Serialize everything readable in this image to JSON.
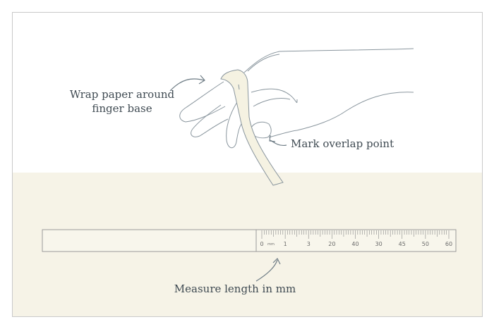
{
  "labels": {
    "wrap_line1": "Wrap paper around",
    "wrap_line2": "finger base",
    "mark": "Mark overlap point",
    "measure": "Measure length in mm"
  },
  "ruler": {
    "unit": "mm",
    "tick_labels": [
      "0",
      "1",
      "3",
      "20",
      "40",
      "30",
      "45",
      "50",
      "60"
    ]
  },
  "colors": {
    "background_top": "#ffffff",
    "background_bottom": "#f6f3e7",
    "paper_strip": "#f5f2e2",
    "line": "#7d8a93",
    "text": "#3f4a52"
  }
}
